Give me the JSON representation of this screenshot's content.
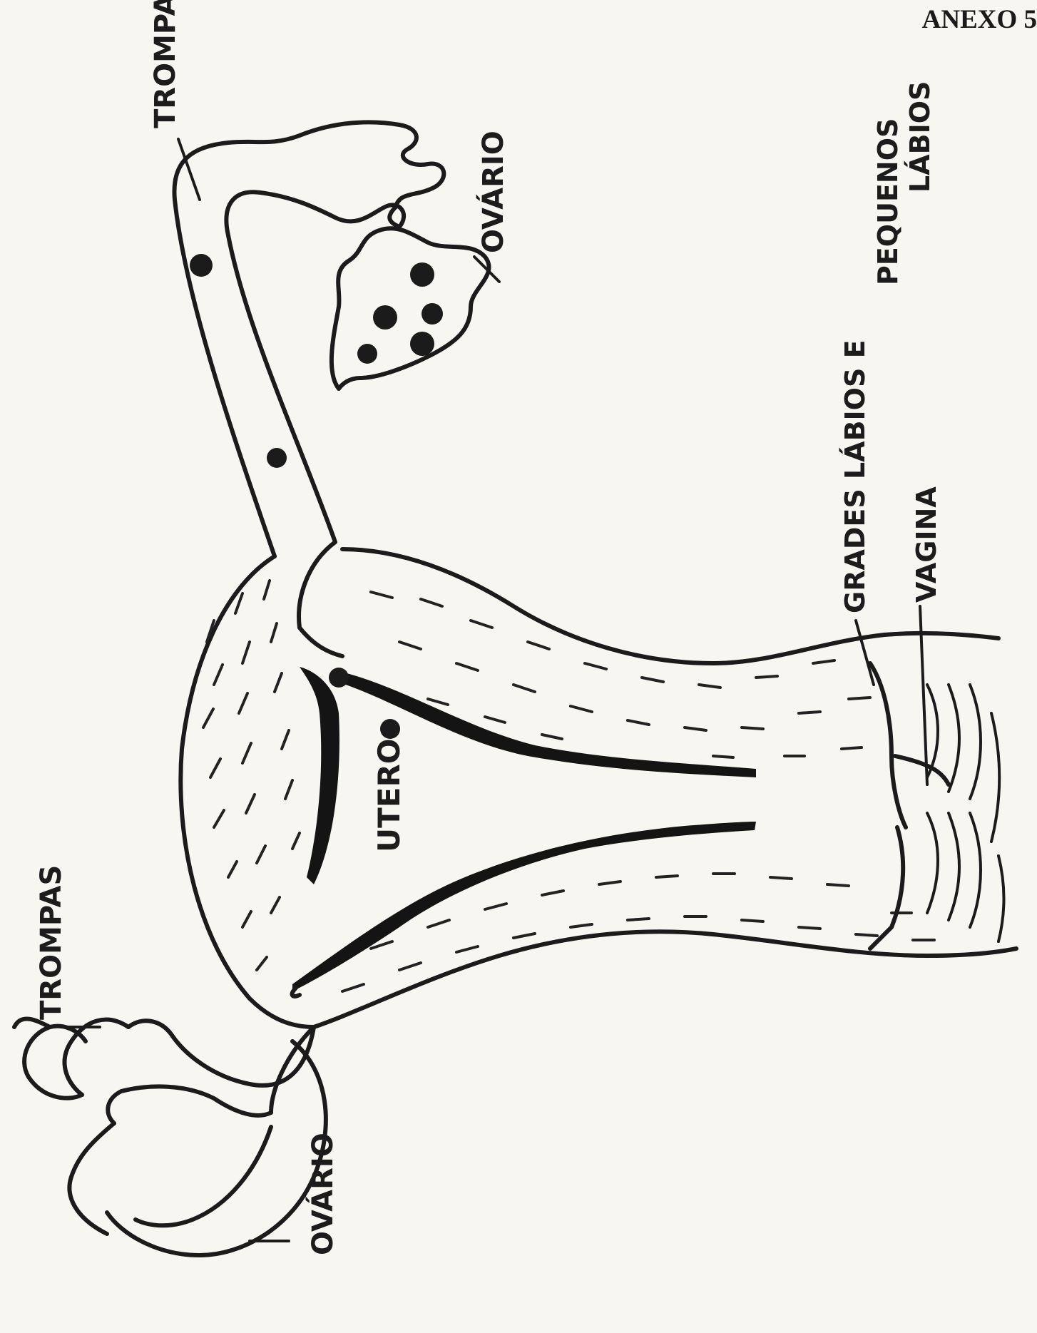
{
  "document": {
    "annex_label": "ANEXO 5"
  },
  "labels": {
    "tube_top": "TROMPAS",
    "tube_left": "TROMPAS",
    "ovary_top": "OVÁRIO",
    "ovary_bottom": "OVÁRIO",
    "uterus": "UTERO",
    "labia_line1": "GRADES LÁBIOS E",
    "labia_line2": "PEQUENOS",
    "labia_line3": "LÁBIOS",
    "vagina": "VAGINA"
  },
  "colors": {
    "ink": "#1b1b1b",
    "paper": "#f8f6f1"
  }
}
